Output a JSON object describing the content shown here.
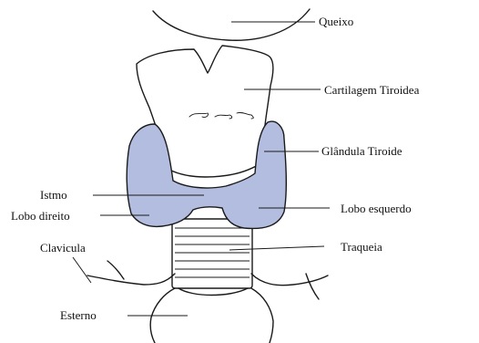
{
  "colors": {
    "thyroid_fill": "#b3bddf",
    "line": "#1a1a1a",
    "label_text": "#111111",
    "background": "#ffffff"
  },
  "labels": {
    "chin": "Queixo",
    "thyroid_cartilage": "Cartilagem Tiroidea",
    "thyroid_gland": "Glândula Tiroide",
    "isthmus": "Istmo",
    "right_lobe": "Lobo direito",
    "left_lobe": "Lobo esquerdo",
    "trachea": "Traqueia",
    "clavicle": "Clavicula",
    "sternum": "Esterno"
  }
}
